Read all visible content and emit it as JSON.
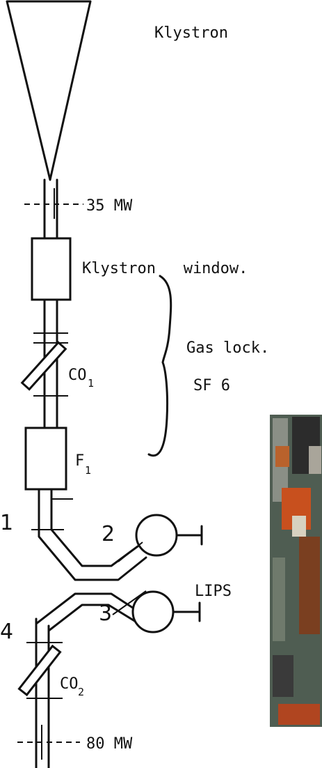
{
  "labels": {
    "klystron": "Klystron",
    "power_top": "35 MW",
    "klystron_window": "Klystron   window.",
    "co1": "CO",
    "co1_sub": "1",
    "gas_lock": "Gas lock.",
    "sf6": "SF 6",
    "f1": "F",
    "f1_sub": "1",
    "port1": "1",
    "port2": "2",
    "port3": "3",
    "port4": "4",
    "lips": "LIPS",
    "co2": "CO",
    "co2_sub": "2",
    "power_bottom": "80 MW"
  },
  "photo": {
    "description_colors": [
      "#3f5a4a",
      "#c8501e",
      "#2a2a2a",
      "#9aa39a"
    ]
  }
}
